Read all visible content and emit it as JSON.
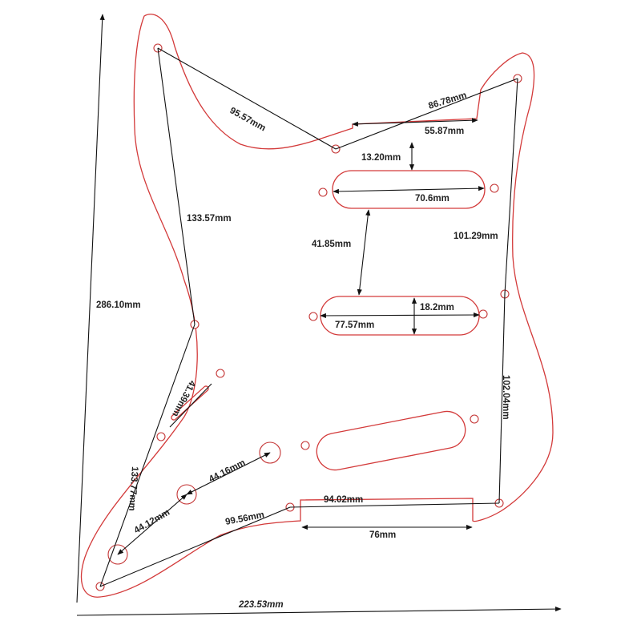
{
  "colors": {
    "outline": "#d33a3a",
    "dimension": "#111111",
    "label": "#222222",
    "background": "#ffffff"
  },
  "dimensions": {
    "overall_height": "286.10mm",
    "overall_width": "223.53mm",
    "top_left_to_center_notch": "95.57mm",
    "top_right_to_center_notch": "86.78mm",
    "neck_slot_width": "55.87mm",
    "neck_to_pickup_gap": "13.20mm",
    "neck_pickup_length": "70.6mm",
    "pickup_spacing": "41.85mm",
    "middle_pickup_width": "18.2mm",
    "middle_pickup_length": "77.57mm",
    "left_upper_edge": "133.57mm",
    "right_upper_edge": "101.29mm",
    "right_lower_edge": "102.04mm",
    "switch_slot": "41.39mm",
    "left_lower_edge": "133.77mm",
    "knob_spacing_1": "44.12mm",
    "knob_spacing_2": "44.16mm",
    "bottom_left_to_cavity": "99.56mm",
    "bottom_cavity_width": "94.02mm",
    "bottom_cavity_inner": "76mm"
  }
}
